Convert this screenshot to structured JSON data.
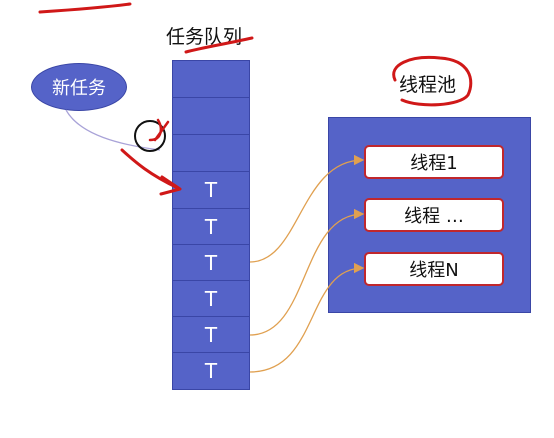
{
  "queue": {
    "title": "任务队列",
    "cells": [
      "",
      "",
      "",
      "T",
      "T",
      "T",
      "T",
      "T",
      "T"
    ]
  },
  "new_task": {
    "label": "新任务"
  },
  "pool": {
    "title": "线程池",
    "threads": [
      "线程1",
      "线程 …",
      "线程N"
    ]
  },
  "colors": {
    "block_fill": "#5563c8",
    "thread_border": "#c0272d",
    "arrow": "#e0a050",
    "annotation": "#d01818"
  }
}
